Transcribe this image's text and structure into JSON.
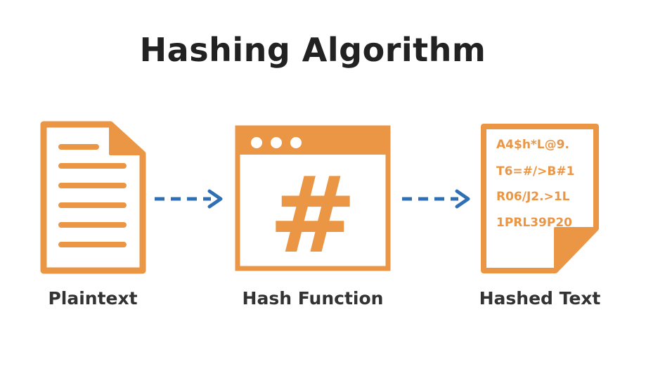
{
  "title": "Hashing Algorithm",
  "stages": [
    {
      "label": "Plaintext",
      "icon": "document-icon"
    },
    {
      "label": "Hash Function",
      "icon": "hash-window-icon",
      "symbol": "#"
    },
    {
      "label": "Hashed Text",
      "icon": "hashed-document-icon"
    }
  ],
  "hashed_lines": [
    "A4$h*L@9.",
    "T6=#/>B#1",
    "R06/J2.>1L",
    "1PRL39P20"
  ],
  "colors": {
    "accent": "#ea9644",
    "arrow": "#2e6fb5",
    "text": "#222222"
  }
}
